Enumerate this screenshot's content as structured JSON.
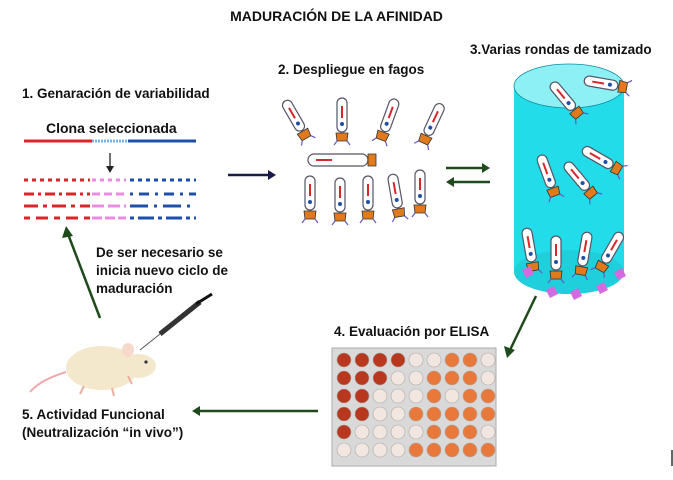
{
  "title": "MADURACIÓN DE LA AFINIDAD",
  "steps": {
    "step1": "1. Genaración de variabilidad",
    "clone": "Clona seleccionada",
    "step2": "2. Despliegue en fagos",
    "step3": "3.Varias rondas de tamizado",
    "step4": "4. Evaluación por ELISA",
    "step5_line1": "5. Actividad Funcional",
    "step5_line2": "(Neutralización “in vivo”)"
  },
  "note": {
    "line1": "De ser necesario se",
    "line2": "inicia nuevo ciclo de",
    "line3": "maduración"
  },
  "colors": {
    "red": "#d9262b",
    "blue": "#1f4fa8",
    "pink": "#e98be0",
    "cyan": "#22dcea",
    "arrow_green": "#1f4a1c",
    "arrow_navy": "#1a1a4a",
    "well_red": "#b8381f",
    "well_orange": "#e8793a"
  }
}
